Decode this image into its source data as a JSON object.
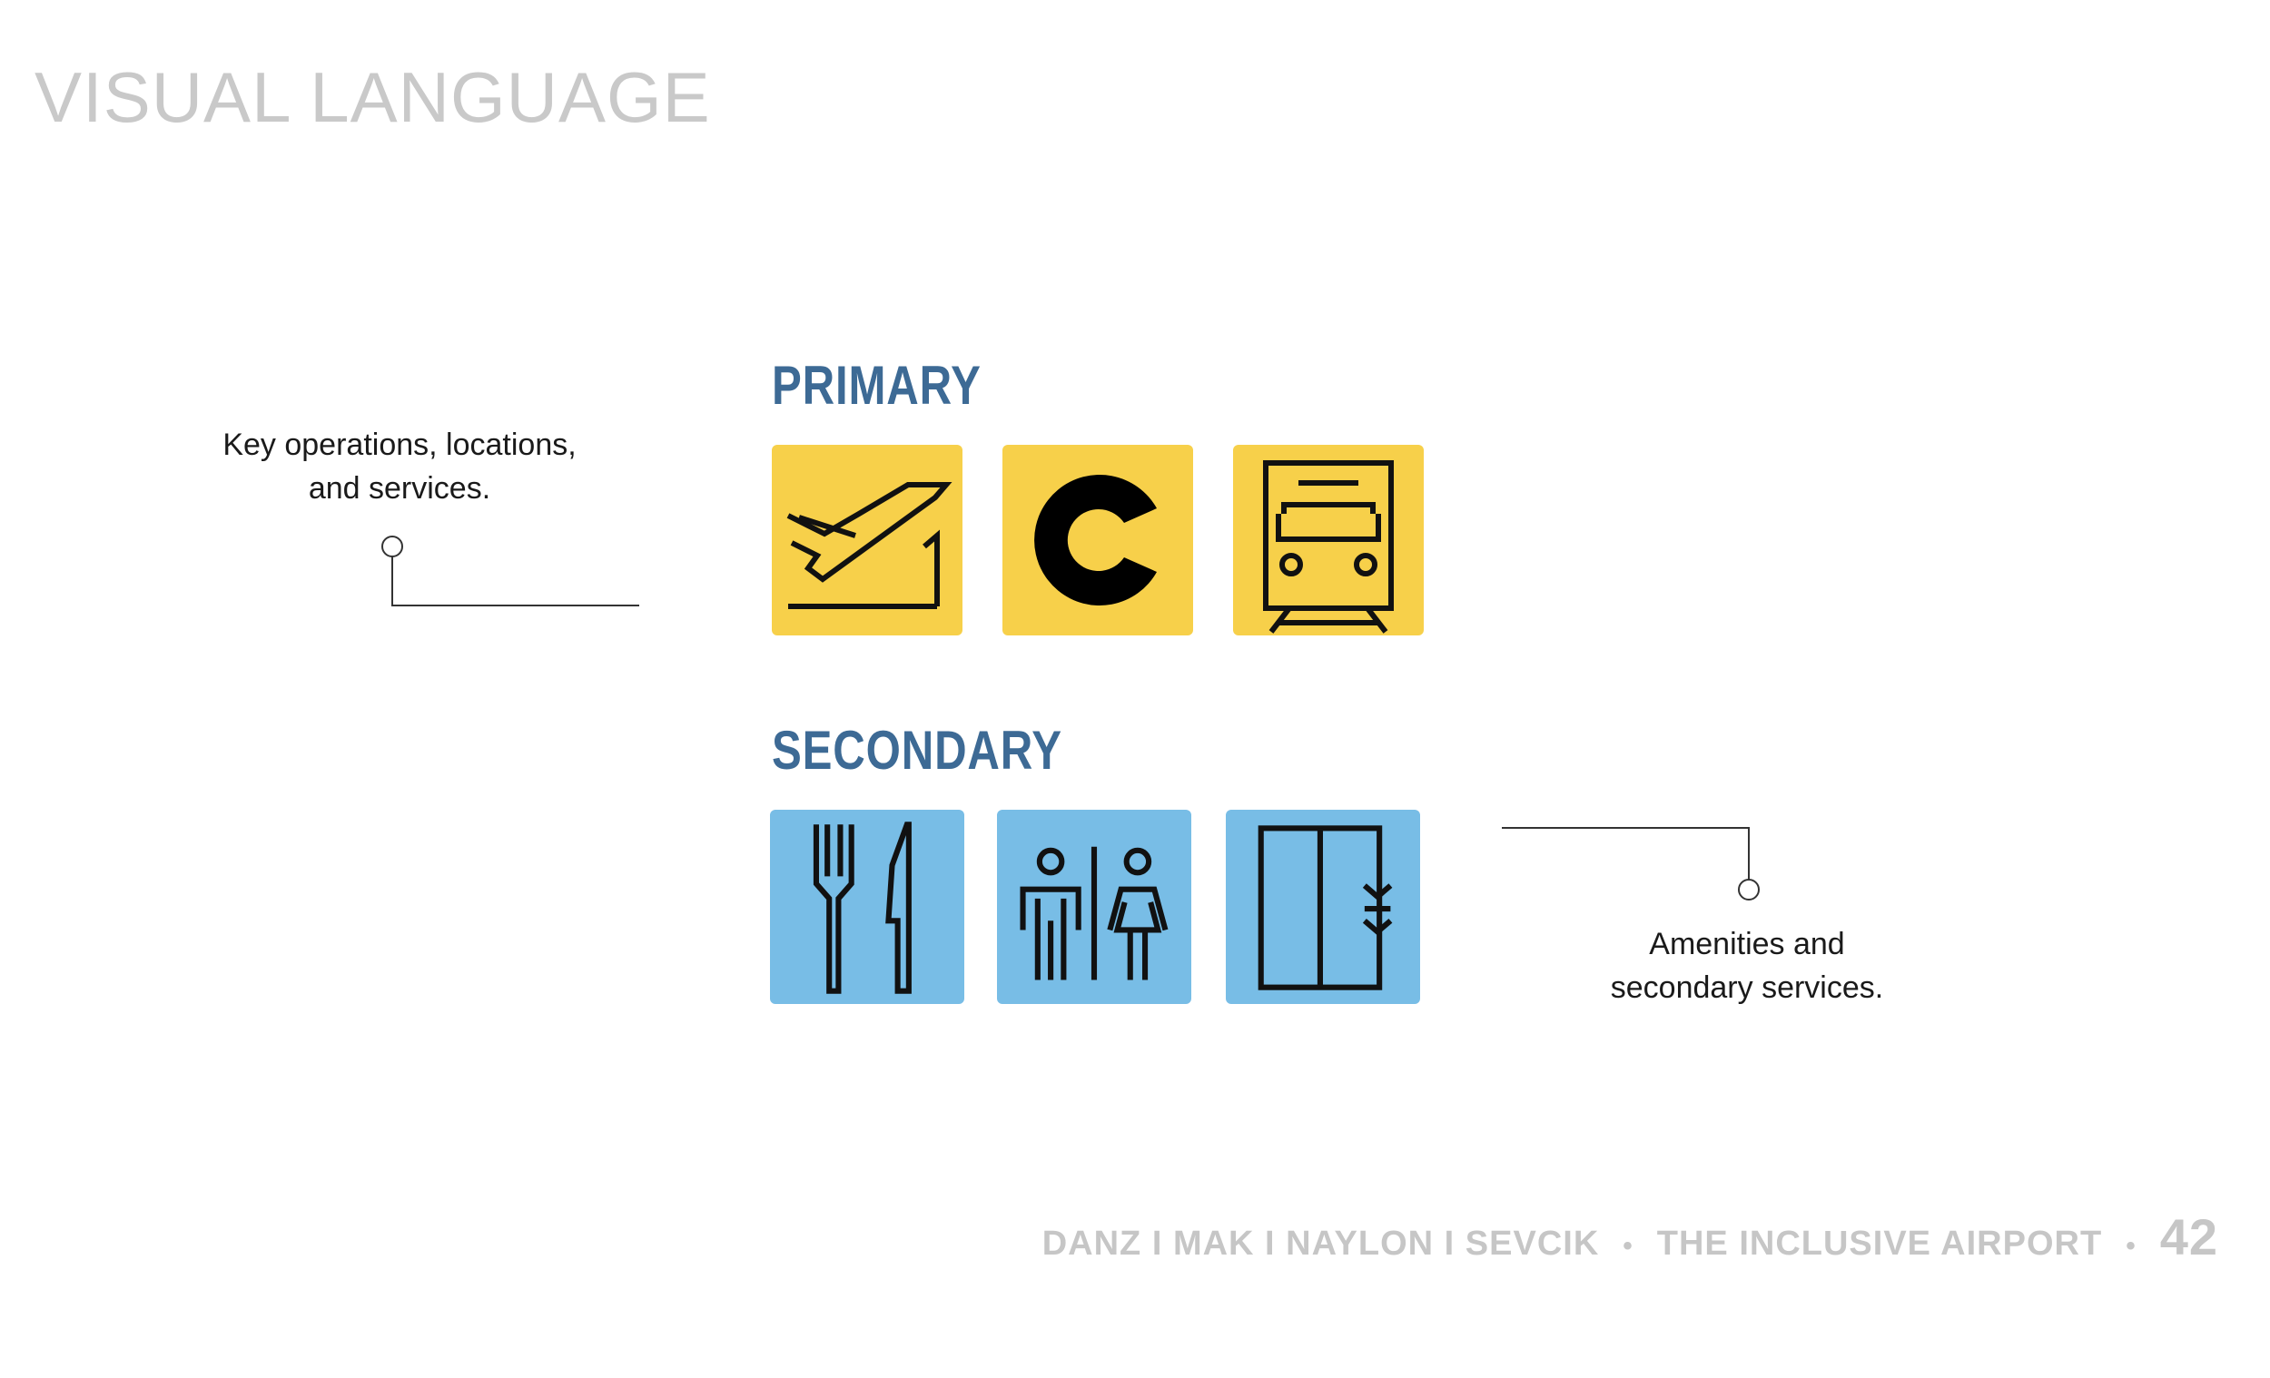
{
  "page": {
    "title": "VISUAL LANGUAGE"
  },
  "primary": {
    "heading": "PRIMARY",
    "color": "#f7d04a",
    "icons": [
      "airplane-departure-icon",
      "letter-c-icon",
      "train-icon"
    ],
    "glyph_letter": "C"
  },
  "secondary": {
    "heading": "SECONDARY",
    "color": "#78bde6",
    "icons": [
      "fork-knife-icon",
      "restroom-icon",
      "elevator-icon"
    ]
  },
  "annotations": {
    "primary_line1": "Key operations, locations,",
    "primary_line2": "and services.",
    "secondary_line1": "Amenities and",
    "secondary_line2": "secondary services."
  },
  "footer": {
    "names": "DANZ I MAK I NAYLON I SEVCIK",
    "separator": "•",
    "project": "THE INCLUSIVE AIRPORT",
    "page_number": "42"
  },
  "colors": {
    "heading": "#3d6a95",
    "title": "#c9c9c9",
    "footer": "#c6c6c6"
  }
}
